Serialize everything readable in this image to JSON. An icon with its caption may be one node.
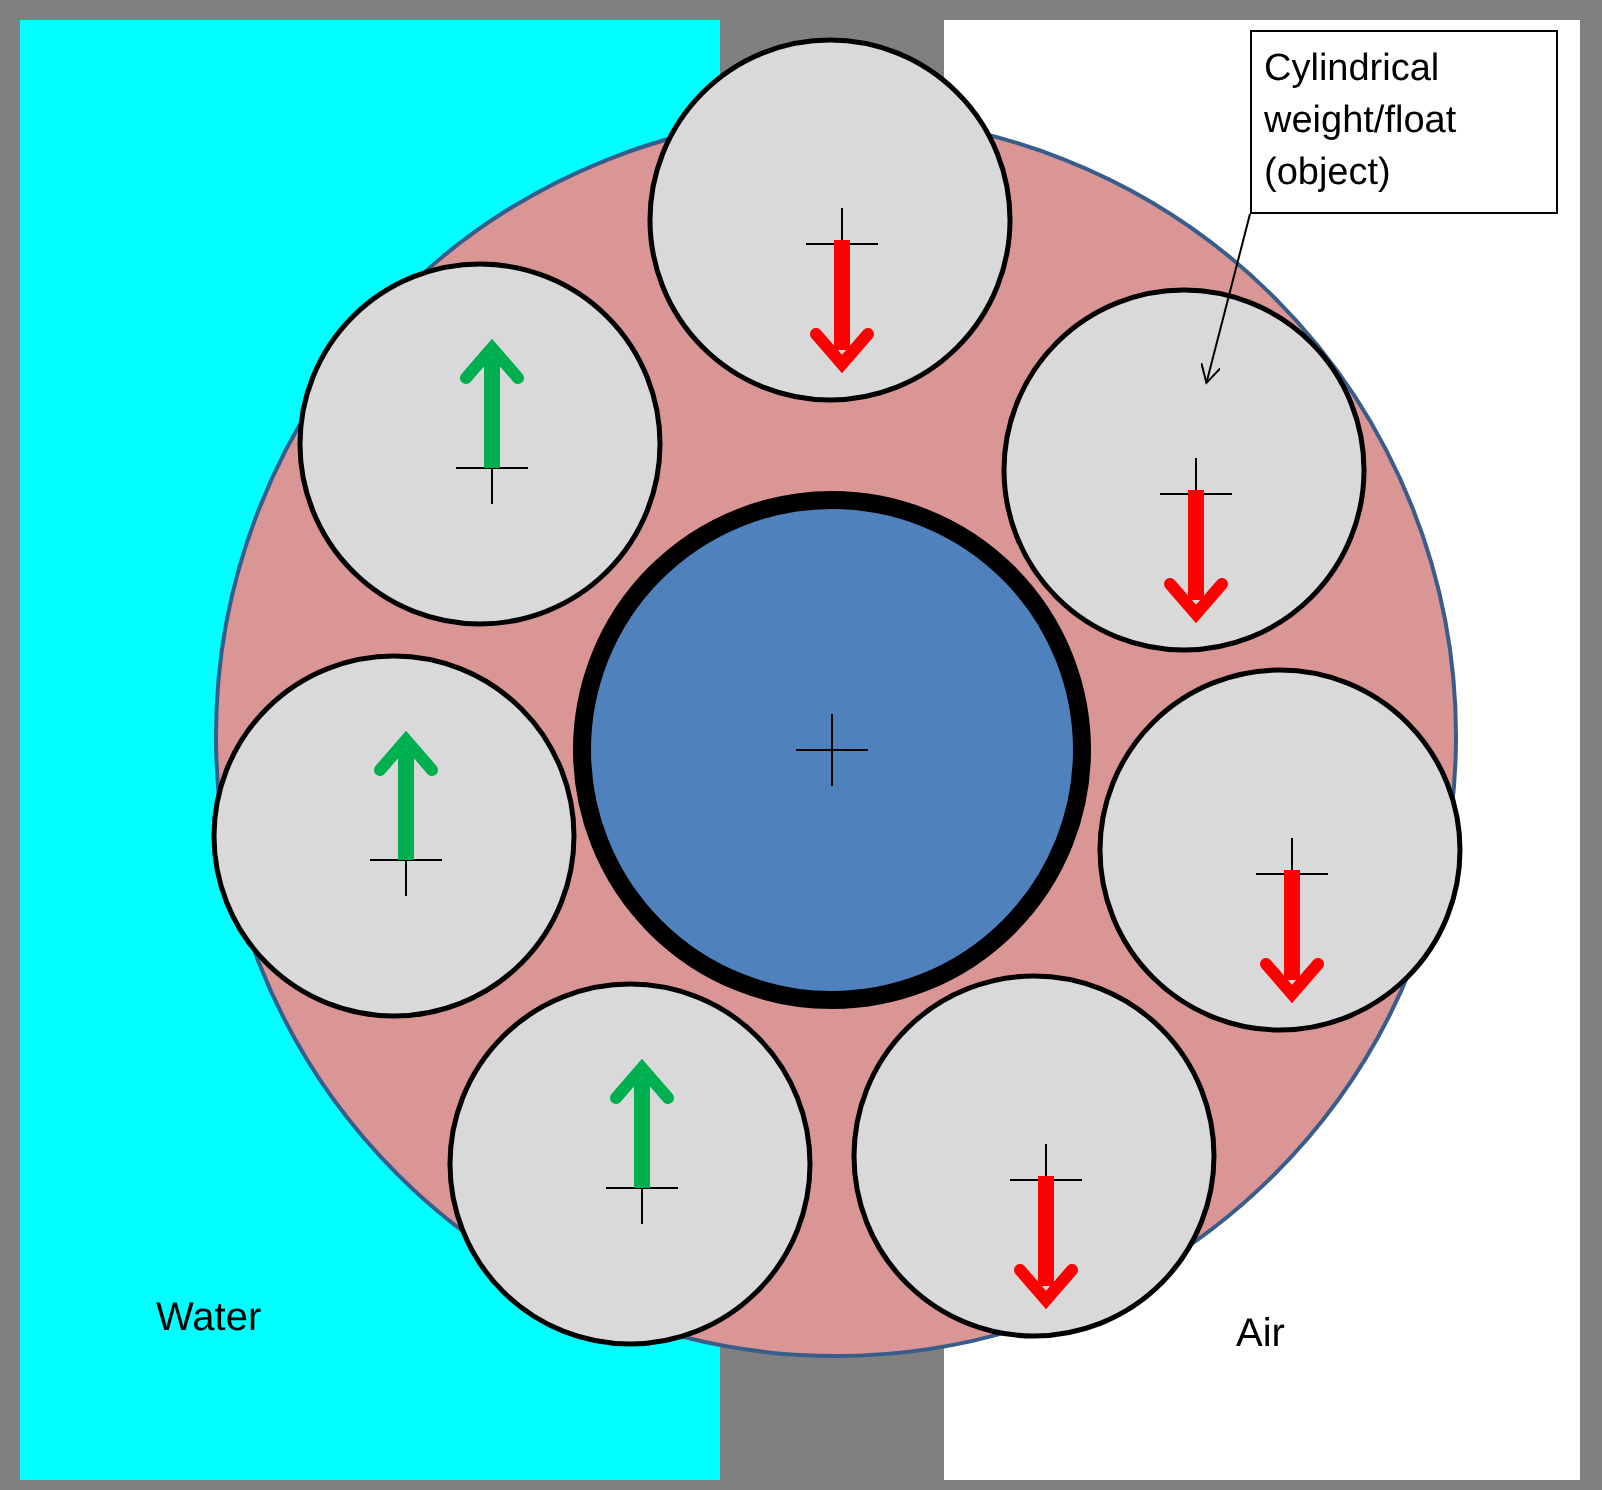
{
  "diagram": {
    "nodes": [
      {
        "text": [
          "Cylindrical weight/float (object)"
        ]
      },
      {
        "text": [],
        "shape": "circle"
      },
      {
        "text": [],
        "shape": "circle"
      },
      {
        "text": [],
        "shape": "circle"
      },
      {
        "text": [],
        "shape": "circle"
      },
      {
        "text": [],
        "shape": "circle"
      },
      {
        "text": [],
        "shape": "circle"
      },
      {
        "text": [],
        "shape": "circle"
      }
    ],
    "edges": [
      {
        "from": 0,
        "to": 3,
        "arrow": "to"
      }
    ],
    "labels": [
      "Water",
      "Air"
    ]
  }
}
